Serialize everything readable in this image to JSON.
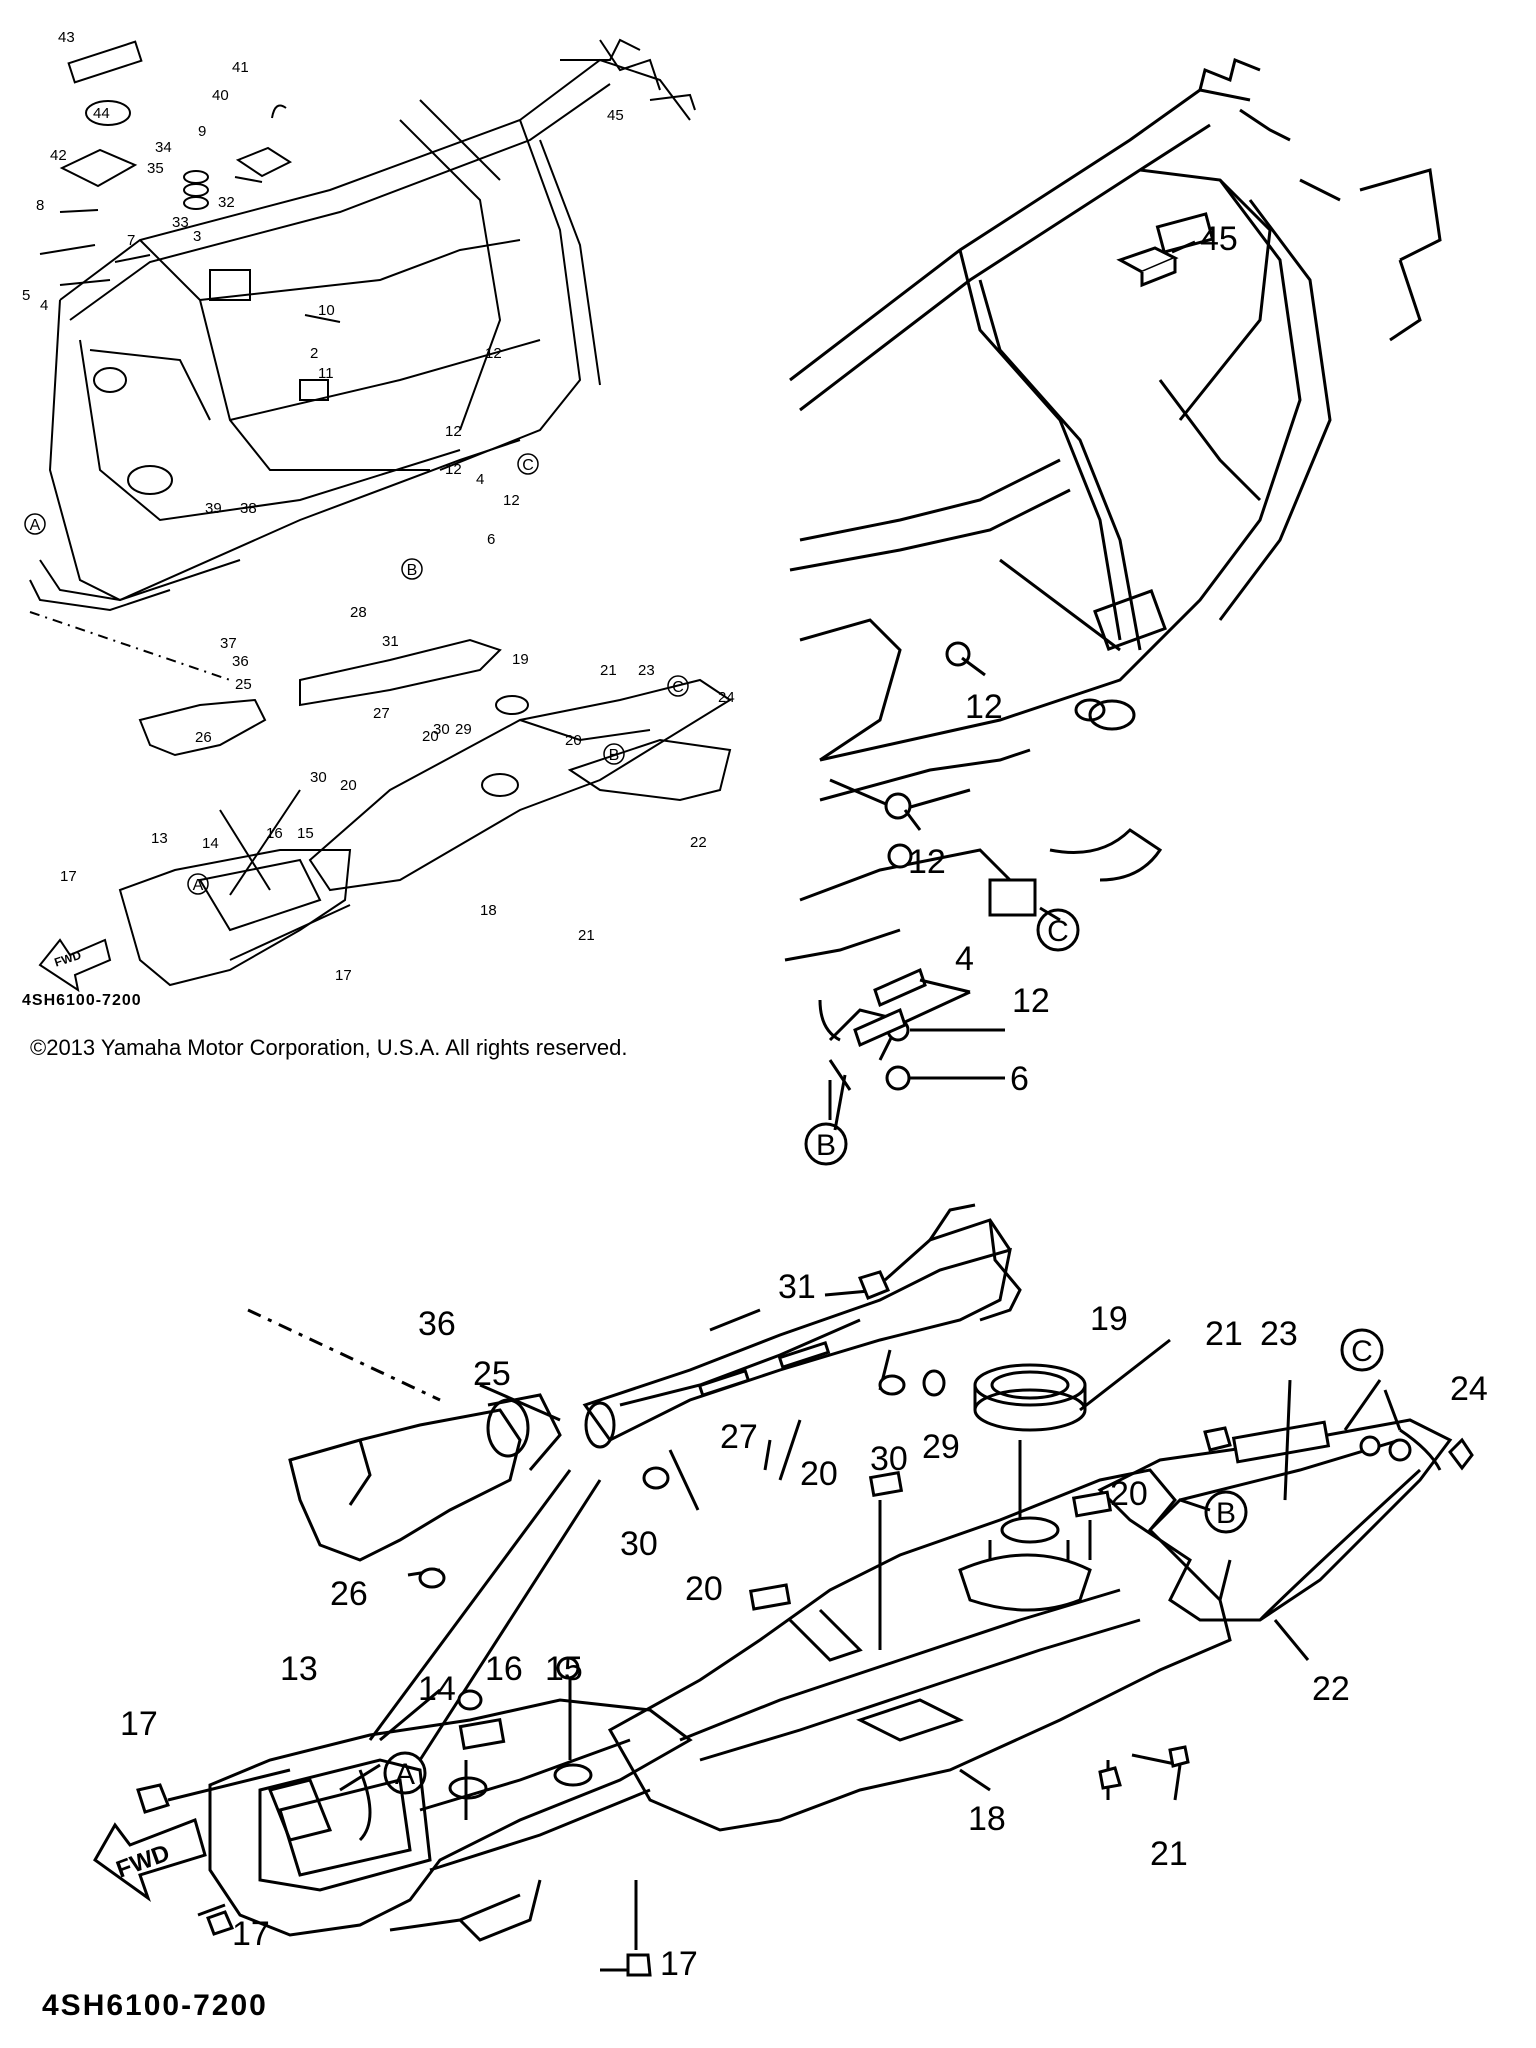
{
  "small_view": {
    "part_numbers": [
      "43",
      "41",
      "44",
      "40",
      "42",
      "34",
      "35",
      "9",
      "32",
      "8",
      "33",
      "3",
      "7",
      "5",
      "4",
      "10",
      "2",
      "11",
      "12",
      "12",
      "12",
      "4",
      "12",
      "6",
      "39",
      "38",
      "37",
      "36",
      "28",
      "31",
      "19",
      "21",
      "23",
      "24",
      "25",
      "27",
      "30",
      "29",
      "20",
      "20",
      "26",
      "30",
      "20",
      "16",
      "15",
      "13",
      "14",
      "17",
      "18",
      "22",
      "21",
      "17",
      "45"
    ],
    "callouts": [
      "A",
      "B",
      "C",
      "C",
      "B",
      "A"
    ],
    "fwd_label": "FWD",
    "drawing_code": "4SH6100-7200"
  },
  "copyright": "©2013 Yamaha Motor Corporation, U.S.A. All rights reserved.",
  "frame_detail": {
    "part_numbers": [
      "45",
      "12",
      "12",
      "4",
      "12",
      "6"
    ],
    "callouts": [
      "C",
      "B"
    ]
  },
  "guard_detail": {
    "part_numbers": [
      "31",
      "36",
      "25",
      "19",
      "21",
      "23",
      "24",
      "27",
      "30",
      "29",
      "20",
      "20",
      "30",
      "20",
      "26",
      "13",
      "16",
      "15",
      "14",
      "17",
      "18",
      "22",
      "21",
      "17",
      "17"
    ],
    "callouts": [
      "C",
      "B",
      "A"
    ],
    "fwd_label": "FWD",
    "drawing_code": "4SH6100-7200"
  }
}
